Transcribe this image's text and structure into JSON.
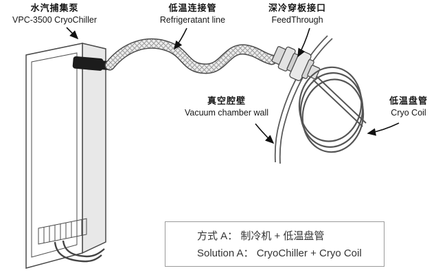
{
  "diagram": {
    "labels": {
      "cryochiller": {
        "zh": "水汽捕集泵",
        "en": "VPC-3500 CryoChiller"
      },
      "refrigerant_line": {
        "zh": "低温连接管",
        "en": "Refrigeratant line"
      },
      "feedthrough": {
        "zh": "深冷穿板接口",
        "en": "FeedThrough"
      },
      "vacuum_chamber_wall": {
        "zh": "真空腔壁",
        "en": "Vacuum chamber wall"
      },
      "cryo_coil": {
        "zh": "低温盘管",
        "en": "Cryo Coil"
      }
    },
    "solution_box": {
      "line1": "方式 A：  制冷机 + 低温盘管",
      "line2": "Solution A：  CryoChiller + Cryo Coil"
    },
    "colors": {
      "line": "#4a4a4a",
      "text": "#161616",
      "box_border": "#9a9a9a"
    }
  }
}
